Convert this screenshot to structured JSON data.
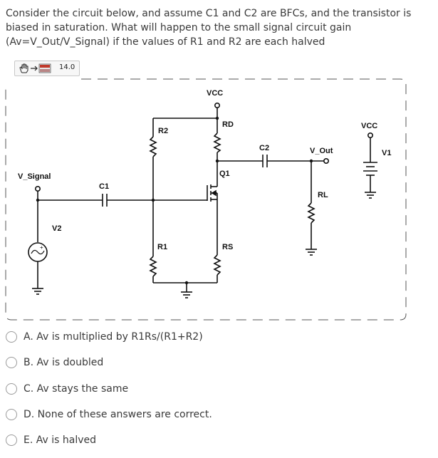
{
  "question": {
    "text": "Consider the circuit below, and assume C1 and C2 are BFCs, and the transistor is biased in saturation.  What will happen to the small signal circuit gain (Av=V_Out/V_Signal) if the values of R1 and R2 are each halved"
  },
  "toolbar": {
    "zoom_value": "14.0",
    "icons": [
      "hand-icon",
      "arrow-right-icon",
      "scope-icon"
    ]
  },
  "circuit": {
    "labels": {
      "vcc_top": "VCC",
      "rd": "RD",
      "r2": "R2",
      "q1": "Q1",
      "c2": "C2",
      "v_out": "V_Out",
      "vcc_right": "VCC",
      "v1": "V1",
      "v_signal": "V_Signal",
      "c1": "C1",
      "rl": "RL",
      "v2": "V2",
      "r1": "R1",
      "rs": "RS"
    }
  },
  "options": [
    {
      "label": "A. Av is multiplied by R1Rs/(R1+R2)"
    },
    {
      "label": "B. Av is doubled"
    },
    {
      "label": "C. Av stays the same"
    },
    {
      "label": "D. None of these answers are correct."
    },
    {
      "label": "E. Av is halved"
    }
  ]
}
